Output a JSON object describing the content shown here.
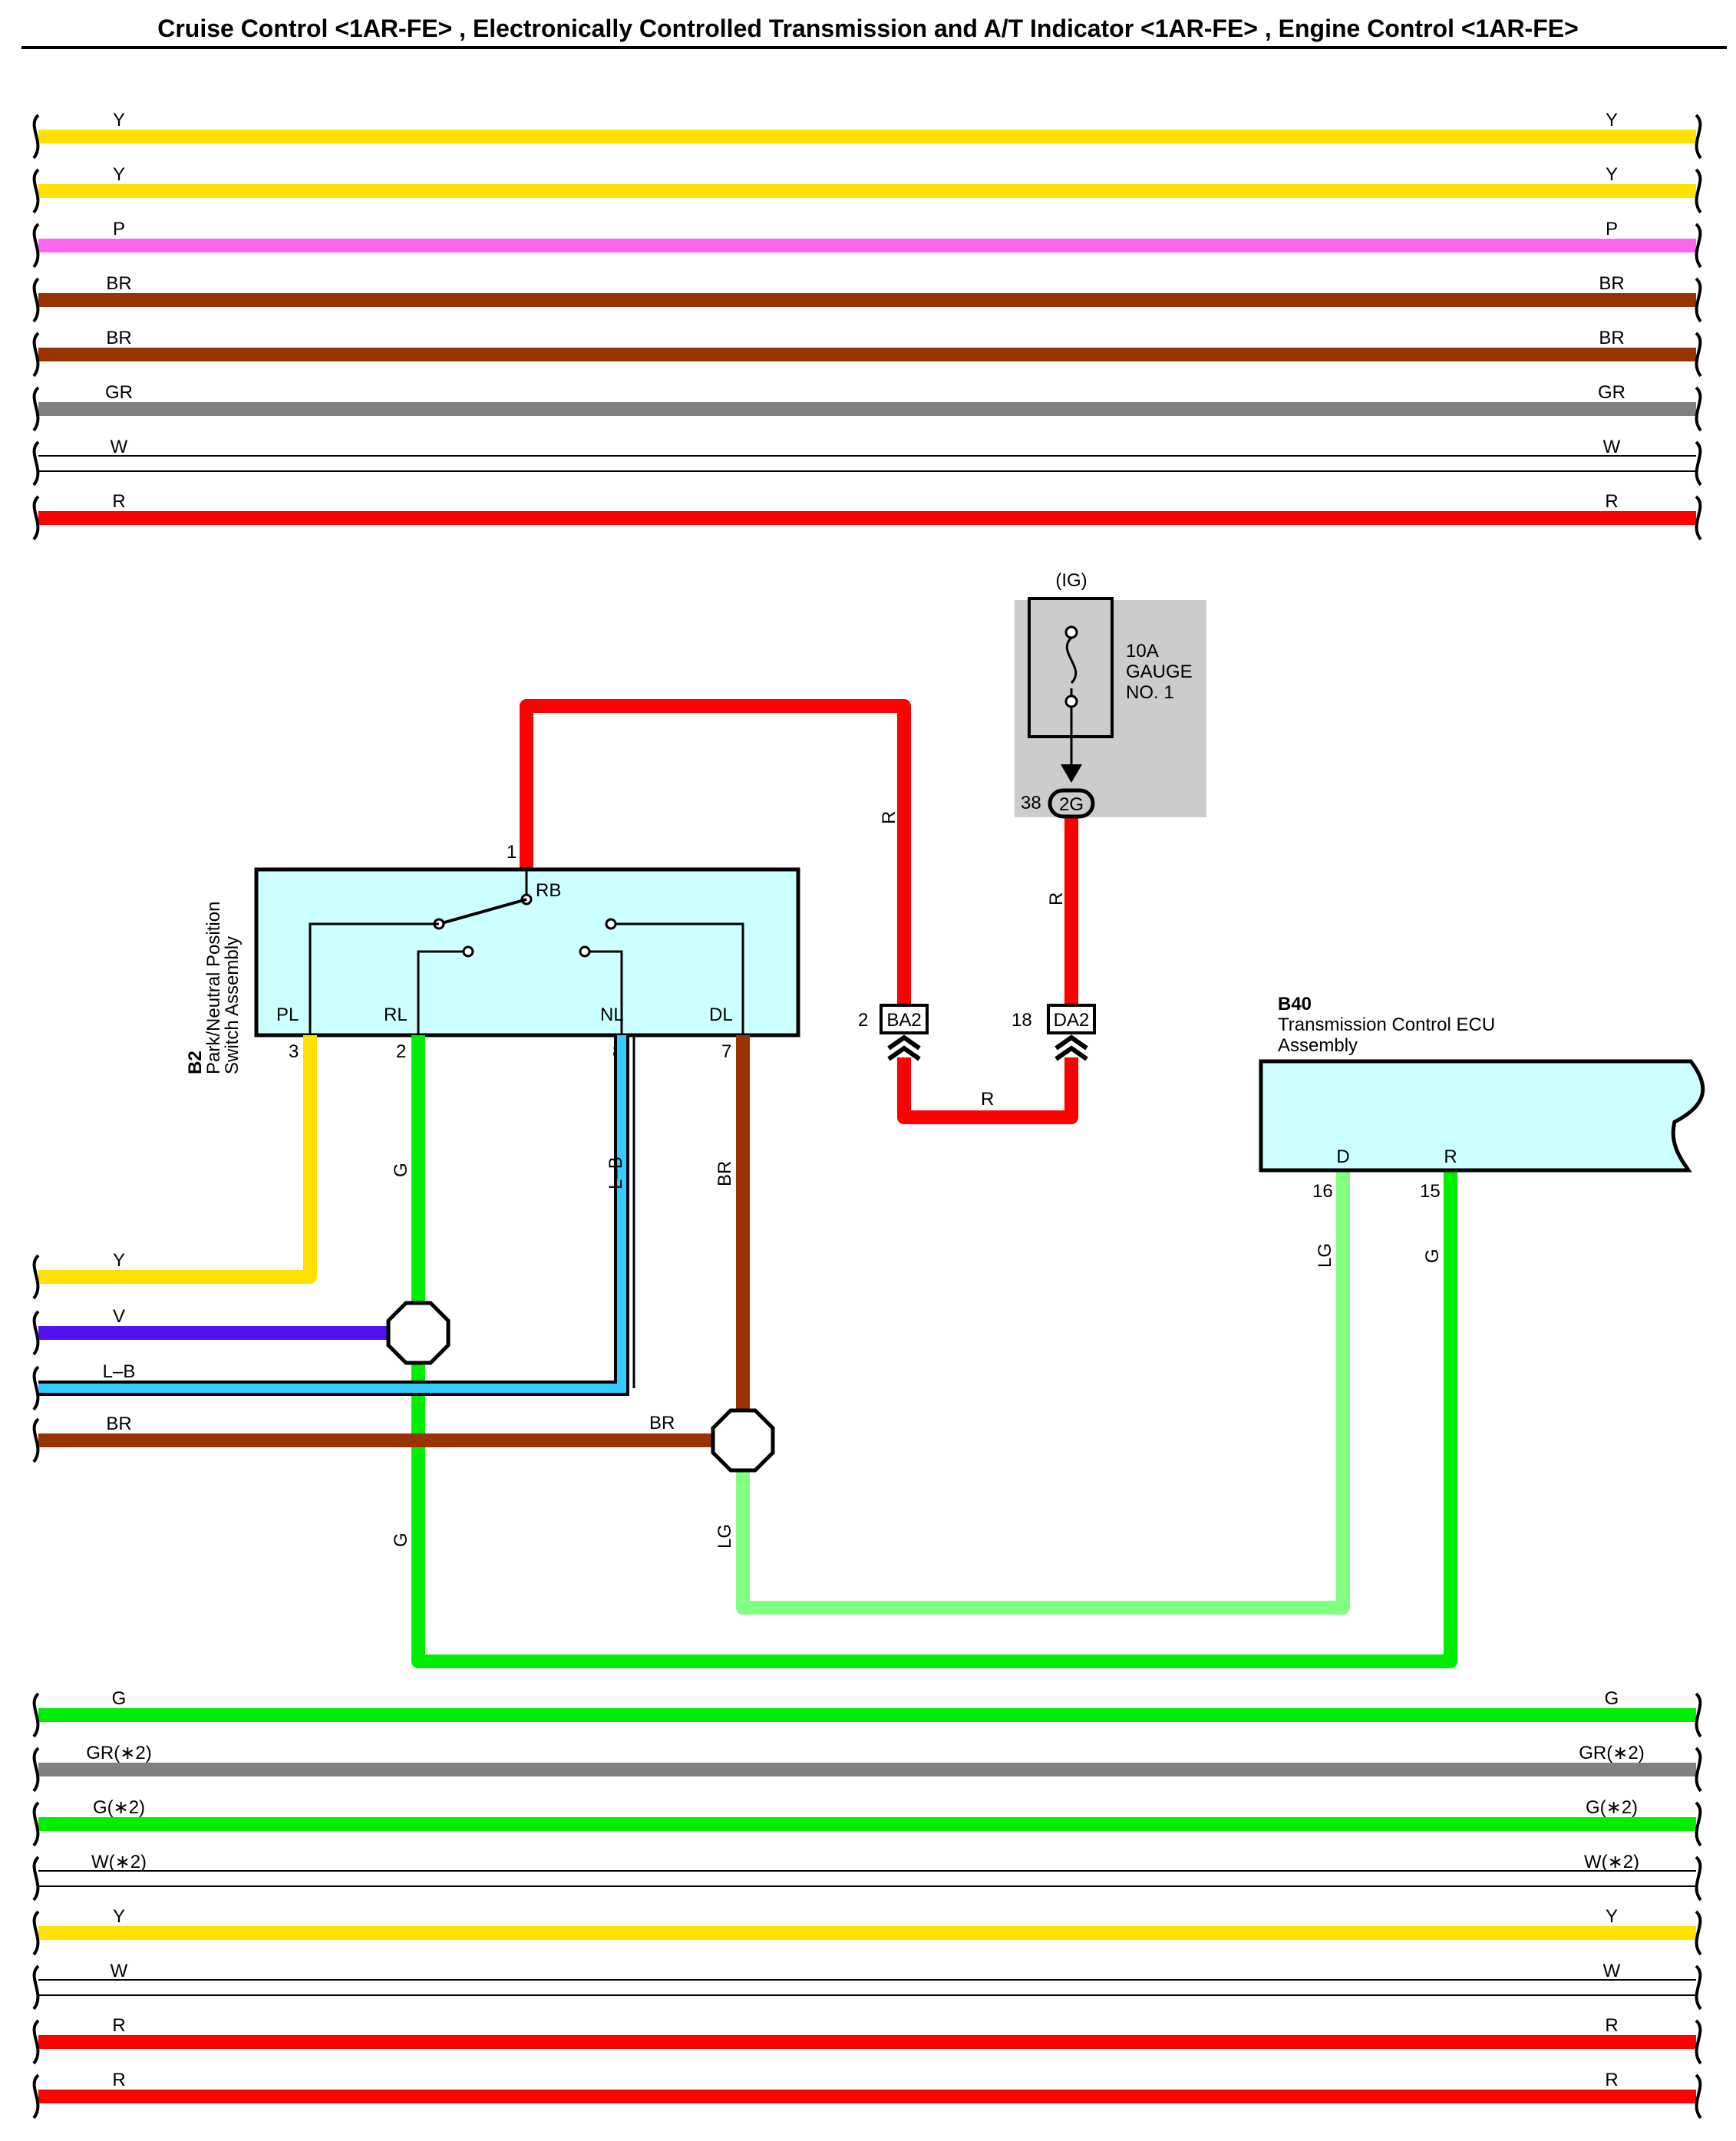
{
  "title": "Cruise Control <1AR-FE> , Electronically Controlled Transmission and A/T Indicator <1AR-FE> , Engine Control <1AR-FE>",
  "colors": {
    "Y": "#ffe000",
    "P": "#ff66ee",
    "BR": "#993300",
    "GR": "#808080",
    "W": "#ffffff",
    "R": "#ff0000",
    "G": "#00ee00",
    "V": "#5511ee",
    "LB": "#33ccff",
    "LG": "#80ff80",
    "box_fill": "#ccffff",
    "fuse_bg": "#cccccc"
  },
  "top_bus": [
    {
      "code": "Y",
      "label": "Y"
    },
    {
      "code": "Y",
      "label": "Y"
    },
    {
      "code": "P",
      "label": "P"
    },
    {
      "code": "BR",
      "label": "BR"
    },
    {
      "code": "BR",
      "label": "BR"
    },
    {
      "code": "GR",
      "label": "GR"
    },
    {
      "code": "W",
      "label": "W"
    },
    {
      "code": "R",
      "label": "R"
    }
  ],
  "bottom_bus": [
    {
      "code": "G",
      "label": "G"
    },
    {
      "code": "GR",
      "label": "GR(∗2)"
    },
    {
      "code": "G",
      "label": "G(∗2)"
    },
    {
      "code": "W",
      "label": "W(∗2)"
    },
    {
      "code": "Y",
      "label": "Y"
    },
    {
      "code": "W",
      "label": "W"
    },
    {
      "code": "R",
      "label": "R"
    },
    {
      "code": "R",
      "label": "R"
    }
  ],
  "left_wires": [
    {
      "code": "Y",
      "label": "Y"
    },
    {
      "code": "V",
      "label": "V"
    },
    {
      "code": "LB",
      "label": "L–B"
    },
    {
      "code": "BR",
      "label": "BR"
    }
  ],
  "fuse": {
    "ig_label": "(IG)",
    "line1": "10A",
    "line2": "GAUGE",
    "line3": "NO. 1",
    "pin": "38",
    "connector": "2G"
  },
  "switch_assembly": {
    "id": "B2",
    "name_line1": "Park/Neutral Position",
    "name_line2": "Switch Assembly",
    "rb_label": "RB",
    "rb_pin": "1",
    "terminals": [
      {
        "name": "PL",
        "pin": "3"
      },
      {
        "name": "RL",
        "pin": "2"
      },
      {
        "name": "NL",
        "pin": "8"
      },
      {
        "name": "DL",
        "pin": "7"
      }
    ]
  },
  "connectors": [
    {
      "pin": "2",
      "name": "BA2"
    },
    {
      "pin": "18",
      "name": "DA2"
    }
  ],
  "ecu": {
    "id": "B40",
    "name_line1": "Transmission Control ECU",
    "name_line2": "Assembly",
    "terminals": [
      {
        "name": "D",
        "pin": "16"
      },
      {
        "name": "R",
        "pin": "15"
      }
    ]
  },
  "wire_labels": {
    "rb_riser": "R",
    "fuse_drop": "R",
    "connector_link": "R",
    "pl_wire": "Y",
    "rl_wire": "G",
    "nl_wire": "L–B",
    "dl_wire": "BR",
    "splice_br": "BR",
    "splice_lg": "LG",
    "g_lower": "G",
    "ecu_d": "LG",
    "ecu_r": "G"
  }
}
